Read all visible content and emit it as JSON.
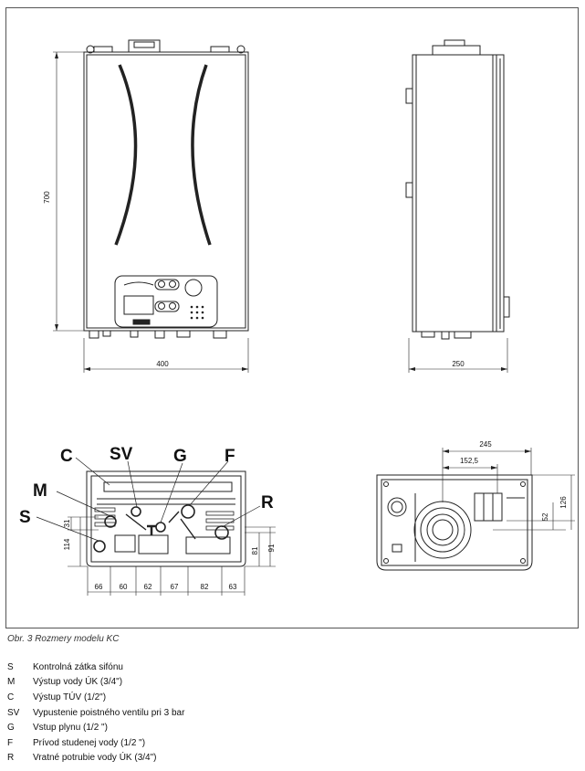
{
  "caption": "Obr. 3 Rozmery modelu KC",
  "front_view": {
    "height_dim": "700",
    "width_dim": "400"
  },
  "side_view": {
    "depth_dim": "250"
  },
  "bottom_view": {
    "labels": [
      "C",
      "SV",
      "G",
      "F",
      "M",
      "R",
      "S"
    ],
    "dims_bottom": [
      "66",
      "60",
      "62",
      "67",
      "82",
      "63"
    ],
    "dims_left": [
      "31",
      "114"
    ],
    "dims_right": [
      "81",
      "91"
    ]
  },
  "top_view": {
    "dims": [
      "245",
      "152,5",
      "126",
      "52"
    ]
  },
  "legend": [
    {
      "code": "S",
      "text": "Kontrolná zátka sifónu"
    },
    {
      "code": "M",
      "text": "Výstup vody ÚK (3/4\")"
    },
    {
      "code": "C",
      "text": "Výstup TÚV (1/2\")"
    },
    {
      "code": "SV",
      "text": "Vypustenie poistného ventilu pri 3 bar"
    },
    {
      "code": "G",
      "text": "Vstup plynu (1/2 \")"
    },
    {
      "code": "F",
      "text": "Prívod studenej vody (1/2 \")"
    },
    {
      "code": "R",
      "text": "Vratné potrubie vody ÚK (3/4\")"
    }
  ]
}
